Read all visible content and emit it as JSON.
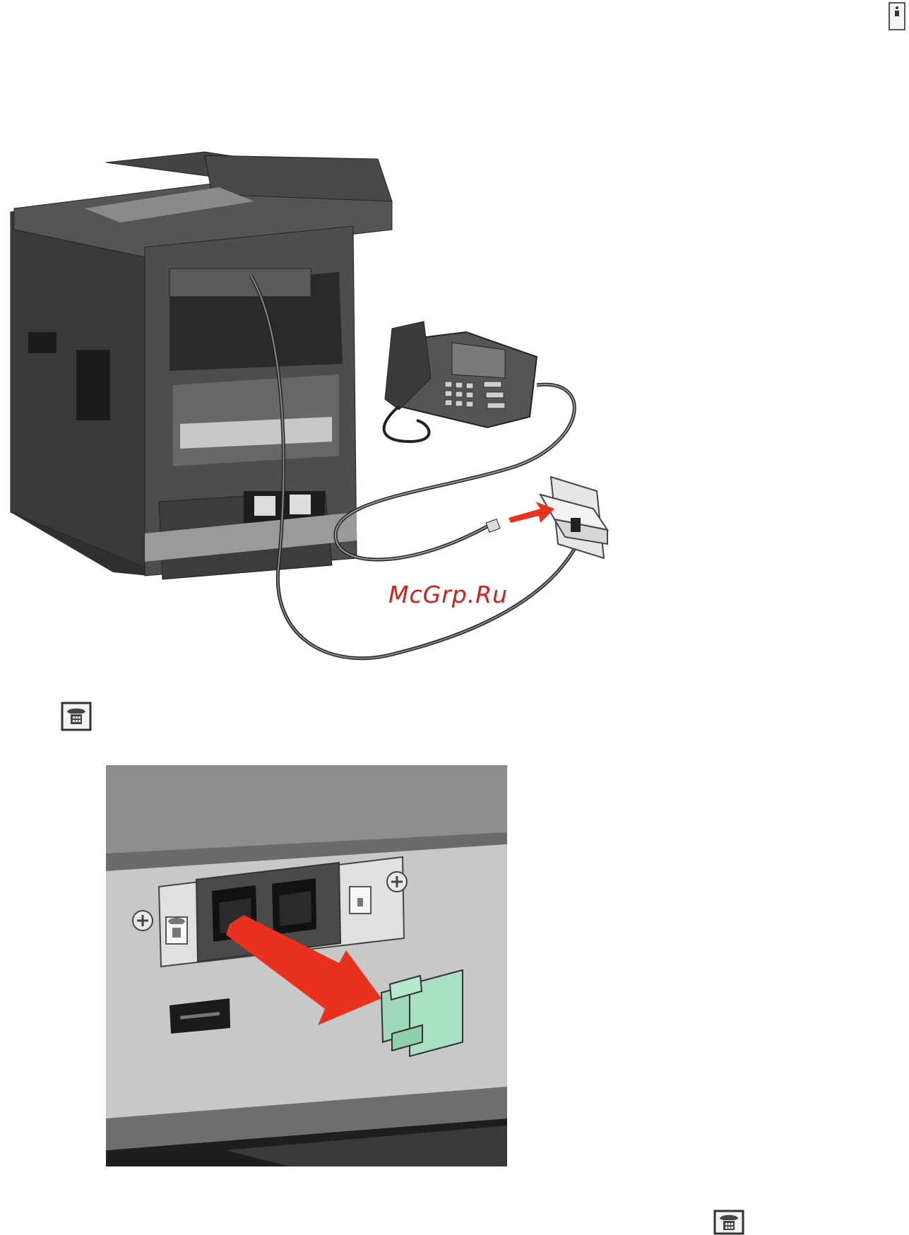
{
  "watermark": {
    "text": "McGrp.Ru"
  },
  "icons": {
    "top_right": "wall-jack-line-icon",
    "left_mid": "phone-port-icon",
    "bottom_right": "phone-port-icon"
  },
  "figures": {
    "setup": "printer-phone-wall-jack-illustration",
    "closeup": "printer-rear-ports-closeup-illustration"
  },
  "colors": {
    "printer_body": "#4a4a4a",
    "arrow": "#e8321e",
    "wrap_plug": "#9fd9b9",
    "panel": "#bdbdbd"
  }
}
